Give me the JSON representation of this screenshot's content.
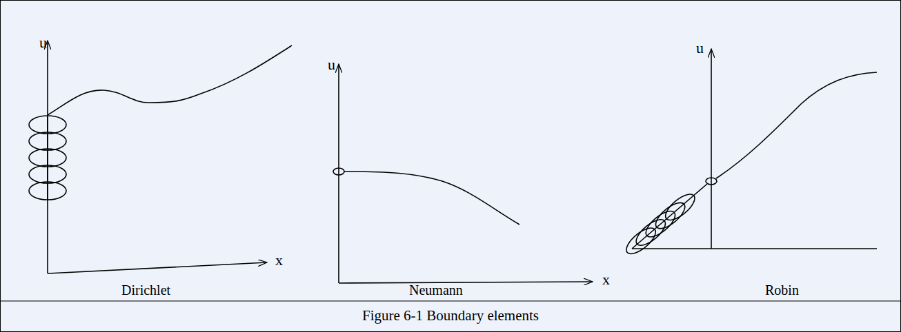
{
  "diagram": {
    "caption": "Figure 6-1 Boundary elements",
    "labels": [
      "u",
      "x",
      "Dirichlet",
      "u",
      "x",
      "Neumann",
      "u",
      "Robin"
    ]
  }
}
